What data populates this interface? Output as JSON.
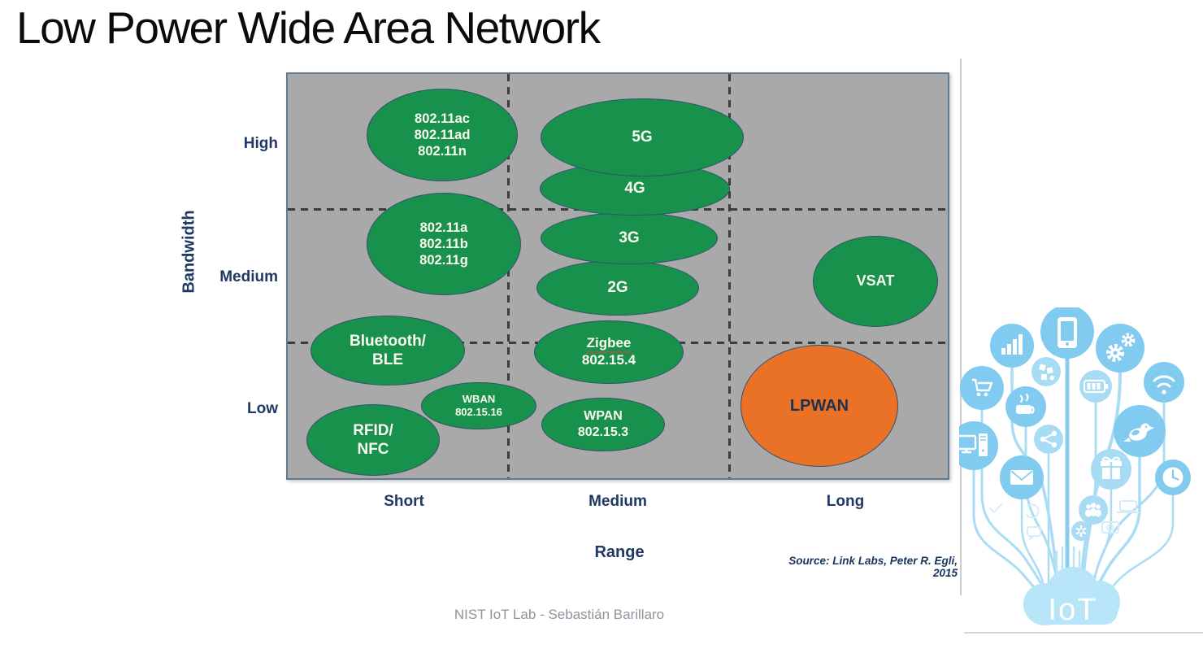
{
  "slide": {
    "title": "Low Power Wide Area Network",
    "footer": "NIST IoT Lab - Sebastián Barillaro"
  },
  "chart": {
    "y_axis": {
      "label": "Bandwidth",
      "ticks": [
        "High",
        "Medium",
        "Low"
      ]
    },
    "x_axis": {
      "label": "Range",
      "ticks": [
        "Short",
        "Medium",
        "Long"
      ]
    },
    "source": "Source: Link Labs, Peter R. Egli, 2015",
    "bubbles": [
      {
        "id": "zigbee",
        "lines": [
          "Zigbee",
          "802.15.4"
        ],
        "color": "green"
      },
      {
        "id": "2g",
        "lines": [
          "2G"
        ],
        "color": "green"
      },
      {
        "id": "3g",
        "lines": [
          "3G"
        ],
        "color": "green"
      },
      {
        "id": "4g",
        "lines": [
          "4G"
        ],
        "color": "green"
      },
      {
        "id": "5g",
        "lines": [
          "5G"
        ],
        "color": "green"
      },
      {
        "id": "wifi-high",
        "lines": [
          "802.11ac",
          "802.11ad",
          "802.11n"
        ],
        "color": "green"
      },
      {
        "id": "wifi-med",
        "lines": [
          "802.11a",
          "802.11b",
          "802.11g"
        ],
        "color": "green"
      },
      {
        "id": "vsat",
        "lines": [
          "VSAT"
        ],
        "color": "green"
      },
      {
        "id": "bluetooth",
        "lines": [
          "Bluetooth/",
          "BLE"
        ],
        "color": "green"
      },
      {
        "id": "wban",
        "lines": [
          "WBAN",
          "802.15.16"
        ],
        "color": "green"
      },
      {
        "id": "rfid",
        "lines": [
          "RFID/",
          "NFC"
        ],
        "color": "green"
      },
      {
        "id": "wpan",
        "lines": [
          "WPAN",
          "802.15.3"
        ],
        "color": "green"
      },
      {
        "id": "lpwan",
        "lines": [
          "LPWAN"
        ],
        "color": "orange"
      }
    ]
  },
  "chart_data": {
    "type": "bubble",
    "title": "Low Power Wide Area Network",
    "xlabel": "Range",
    "ylabel": "Bandwidth",
    "x_categories": [
      "Short",
      "Medium",
      "Long"
    ],
    "y_categories": [
      "Low",
      "Medium",
      "High"
    ],
    "grid": "3x3 dashed matrix",
    "legend": "none",
    "points": [
      {
        "label": "802.11ac / 802.11ad / 802.11n",
        "range": "Short",
        "bandwidth": "High",
        "color": "green"
      },
      {
        "label": "5G",
        "range": "Medium",
        "bandwidth": "High",
        "color": "green"
      },
      {
        "label": "4G",
        "range": "Medium",
        "bandwidth": "Medium-High",
        "color": "green"
      },
      {
        "label": "3G",
        "range": "Medium",
        "bandwidth": "Medium",
        "color": "green"
      },
      {
        "label": "2G",
        "range": "Medium",
        "bandwidth": "Medium",
        "color": "green"
      },
      {
        "label": "802.11a / 802.11b / 802.11g",
        "range": "Short",
        "bandwidth": "Medium",
        "color": "green"
      },
      {
        "label": "VSAT",
        "range": "Long",
        "bandwidth": "Medium",
        "color": "green"
      },
      {
        "label": "Bluetooth/BLE",
        "range": "Short",
        "bandwidth": "Low-Medium",
        "color": "green"
      },
      {
        "label": "Zigbee 802.15.4",
        "range": "Medium",
        "bandwidth": "Low-Medium",
        "color": "green"
      },
      {
        "label": "WBAN 802.15.16",
        "range": "Short-Medium",
        "bandwidth": "Low",
        "color": "green"
      },
      {
        "label": "RFID/NFC",
        "range": "Short",
        "bandwidth": "Low",
        "color": "green"
      },
      {
        "label": "WPAN 802.15.3",
        "range": "Medium",
        "bandwidth": "Low",
        "color": "green"
      },
      {
        "label": "LPWAN",
        "range": "Long",
        "bandwidth": "Low",
        "color": "orange",
        "highlight": true
      }
    ]
  },
  "iot_graphic": {
    "cloud_label": "IoT",
    "icons": [
      "smartphone-icon",
      "bar-chart-icon",
      "gears-icon",
      "cubes-icon",
      "shopping-cart-icon",
      "battery-icon",
      "wifi-icon",
      "coffee-cup-icon",
      "desktop-computer-icon",
      "share-icon",
      "bird-icon",
      "envelope-icon",
      "gift-icon",
      "clock-icon",
      "people-icon",
      "flower-icon",
      "checkmark-icon",
      "refresh-icon",
      "chat-bubble-icon",
      "laptop-icon",
      "camera-icon"
    ]
  },
  "colors": {
    "bubble_green": "#18914D",
    "bubble_orange": "#E97226",
    "plot_background": "#A9A9A9",
    "axis_navy": "#1F3864",
    "iot_blue_dark": "#82CBF0",
    "iot_blue_light": "#A8DCF5",
    "iot_cloud": "#B9E5F8"
  }
}
